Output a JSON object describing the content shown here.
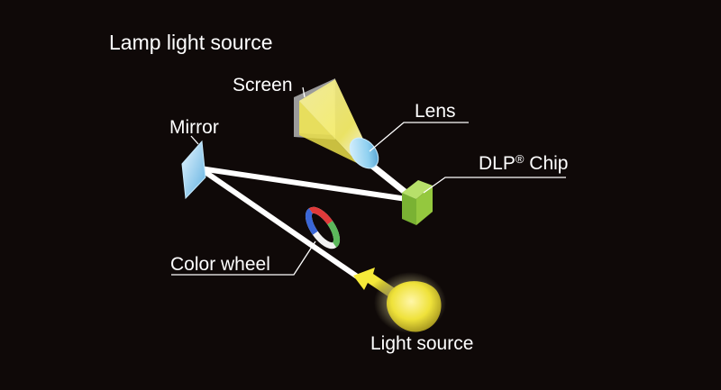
{
  "title": "Lamp light source",
  "components": {
    "screen": "Screen",
    "mirror": "Mirror",
    "lens": "Lens",
    "dlp_chip": "DLP",
    "dlp_chip_mark": "®",
    "dlp_chip_suffix": " Chip",
    "color_wheel": "Color wheel",
    "light_source": "Light source"
  },
  "colors": {
    "background": "#0f0908",
    "beam": "#ffffff",
    "light_yellow": "#f3e63a",
    "chip_green": "#8cc63f",
    "lens_blue": "#8fd0f0",
    "mirror_blue": "#9fd4ee",
    "wheel_red": "#e03a3a",
    "wheel_green": "#5bb85b",
    "wheel_blue": "#3a66d6",
    "wheel_white": "#f2f2f2"
  }
}
